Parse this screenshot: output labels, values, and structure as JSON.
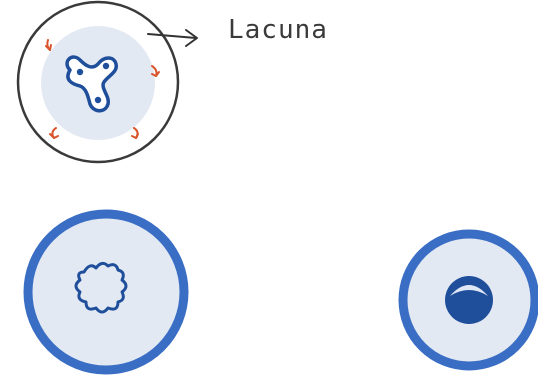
{
  "labels": {
    "lacuna": "Lacuna"
  },
  "figures": [
    {
      "name": "lacuna-cell",
      "description_icon": "osteocyte-in-lacuna-icon"
    },
    {
      "name": "irregular-cell",
      "description_icon": "wavy-cell-icon"
    },
    {
      "name": "round-cell",
      "description_icon": "dense-nucleus-cell-icon"
    }
  ],
  "colors": {
    "outline_dark": "#333333",
    "cell_blue": "#1f4e9a",
    "ring_blue": "#3a6ec4",
    "fill_light": "#e3e9f3",
    "arrow_red": "#d9542b"
  }
}
